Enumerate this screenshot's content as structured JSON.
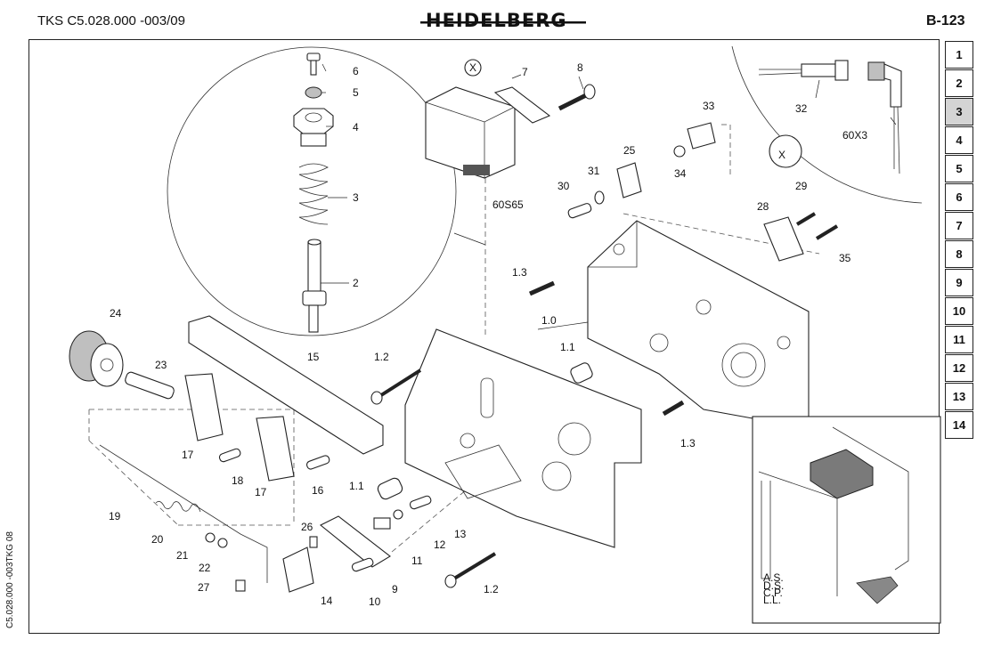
{
  "header": {
    "doc_code": "TKS C5.028.000 -003/09",
    "brand": "HEIDELBERG",
    "page_ref": "B-123",
    "side_code": "C5.028.000 -003TKG 08"
  },
  "tabs": [
    {
      "label": "1",
      "active": false
    },
    {
      "label": "2",
      "active": false
    },
    {
      "label": "3",
      "active": true
    },
    {
      "label": "4",
      "active": false
    },
    {
      "label": "5",
      "active": false
    },
    {
      "label": "6",
      "active": false
    },
    {
      "label": "7",
      "active": false
    },
    {
      "label": "8",
      "active": false
    },
    {
      "label": "9",
      "active": false
    },
    {
      "label": "10",
      "active": false
    },
    {
      "label": "11",
      "active": false
    },
    {
      "label": "12",
      "active": false
    },
    {
      "label": "13",
      "active": false
    },
    {
      "label": "14",
      "active": false
    }
  ],
  "callouts": {
    "c1_0": "1.0",
    "c1_1": "1.1",
    "c1_1b": "1.1",
    "c1_2": "1.2",
    "c1_2b": "1.2",
    "c1_3": "1.3",
    "c1_3b": "1.3",
    "c2": "2",
    "c3": "3",
    "c4": "4",
    "c5": "5",
    "c6": "6",
    "c7": "7",
    "c8": "8",
    "c9": "9",
    "c10": "10",
    "c11": "11",
    "c12": "12",
    "c13": "13",
    "c14": "14",
    "c15": "15",
    "c16": "16",
    "c17": "17",
    "c17b": "17",
    "c18": "18",
    "c19": "19",
    "c20": "20",
    "c21": "21",
    "c22": "22",
    "c23": "23",
    "c24": "24",
    "c25": "25",
    "c26": "26",
    "c27": "27",
    "c28": "28",
    "c29": "29",
    "c30": "30",
    "c31": "31",
    "c32": "32",
    "c33": "33",
    "c34": "34",
    "c35": "35",
    "s60S65": "60S65",
    "s60X3": "60X3",
    "x_small": "X",
    "x_large": "X"
  },
  "inset": {
    "lines": [
      "A.S.",
      "D.S.",
      "C.P.",
      "L.L."
    ]
  },
  "colors": {
    "ink": "#111111",
    "active_tab": "#d4d4d4",
    "highlight_part": "#7a7a7a"
  }
}
